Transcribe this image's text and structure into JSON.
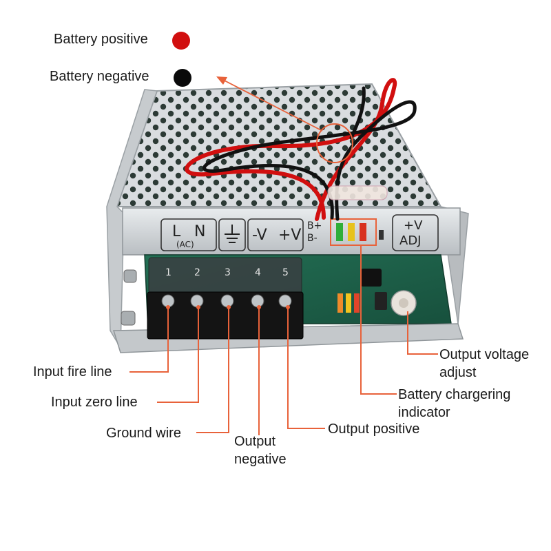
{
  "legend": {
    "positive": {
      "label": "Battery positive",
      "color": "#d10f0f"
    },
    "negative": {
      "label": "Battery negative",
      "color": "#0a0a0a"
    }
  },
  "front_panel": {
    "ac_l": "L",
    "ac_n": "N",
    "ac_sub": "(AC)",
    "minus_v": "-V",
    "plus_v": "+V",
    "battery_plus": "B+",
    "battery_minus": "B-",
    "adj_top": "+V",
    "adj_bottom": "ADJ"
  },
  "terminal_numbers": [
    "1",
    "2",
    "3",
    "4",
    "5"
  ],
  "callouts": {
    "input_fire_line": "Input fire line",
    "input_zero_line": "Input zero line",
    "ground_wire": "Ground wire",
    "output_negative": "Output negative",
    "output_positive": "Output positive",
    "battery_indicator": "Battery chargering indicator",
    "output_voltage_adjust": "Output voltage adjust"
  },
  "colors": {
    "leader": "#e8623a",
    "case": "#cfd3d6",
    "pcb": "#1f6b4f",
    "led_green": "#2fae3a",
    "led_yellow": "#e7c21c",
    "led_red": "#d8321f"
  }
}
